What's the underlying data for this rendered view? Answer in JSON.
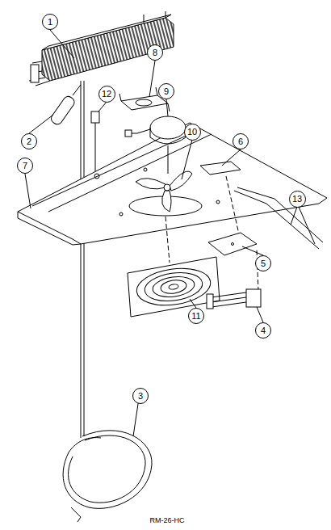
{
  "diagram": {
    "caption": "RM-26-HC",
    "nodes": [
      {
        "text": [
          "1"
        ]
      },
      {
        "text": [
          "8"
        ]
      },
      {
        "text": [
          "9"
        ]
      },
      {
        "text": [
          "12"
        ]
      },
      {
        "text": [
          "10"
        ]
      },
      {
        "text": [
          "2"
        ]
      },
      {
        "text": [
          "6"
        ]
      },
      {
        "text": [
          "7"
        ]
      },
      {
        "text": [
          "13"
        ]
      },
      {
        "text": [
          "5"
        ]
      },
      {
        "text": [
          "11"
        ]
      },
      {
        "text": [
          "4"
        ]
      },
      {
        "text": [
          "3"
        ]
      }
    ]
  }
}
